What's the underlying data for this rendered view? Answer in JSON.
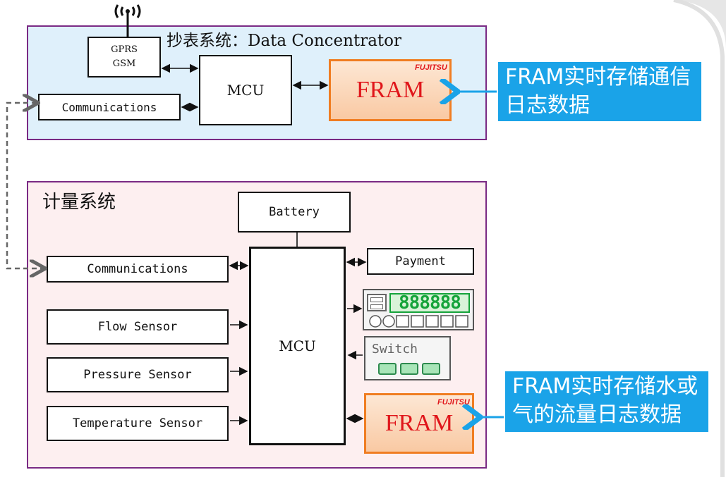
{
  "antenna_icon": "wireless-antenna-icon",
  "data_concentrator": {
    "title": "抄表系统：Data Concentrator",
    "gprs_line1": "GPRS",
    "gprs_line2": "GSM",
    "mcu": "MCU",
    "communications": "Communications",
    "fram": "FRAM",
    "fram_brand": "FUJITSU"
  },
  "metering": {
    "title": "计量系统",
    "battery": "Battery",
    "mcu": "MCU",
    "communications": "Communications",
    "flow_sensor": "Flow Sensor",
    "pressure_sensor": "Pressure Sensor",
    "temperature_sensor": "Temperature Sensor",
    "payment": "Payment",
    "display_digits": "888888",
    "switch": "Switch",
    "fram": "FRAM",
    "fram_brand": "FUJITSU"
  },
  "callouts": {
    "top": "FRAM实时存储通信\n日志数据",
    "bottom": "FRAM实时存储水或\n气的流量日志数据"
  },
  "colors": {
    "system_border": "#7a2a84",
    "concentrator_bg": "#dff0fb",
    "metering_bg": "#fdeff0",
    "fram_border": "#f07d22",
    "fram_text": "#e0161b",
    "callout_bg": "#1aa3e8",
    "display_green": "#15a33a"
  }
}
